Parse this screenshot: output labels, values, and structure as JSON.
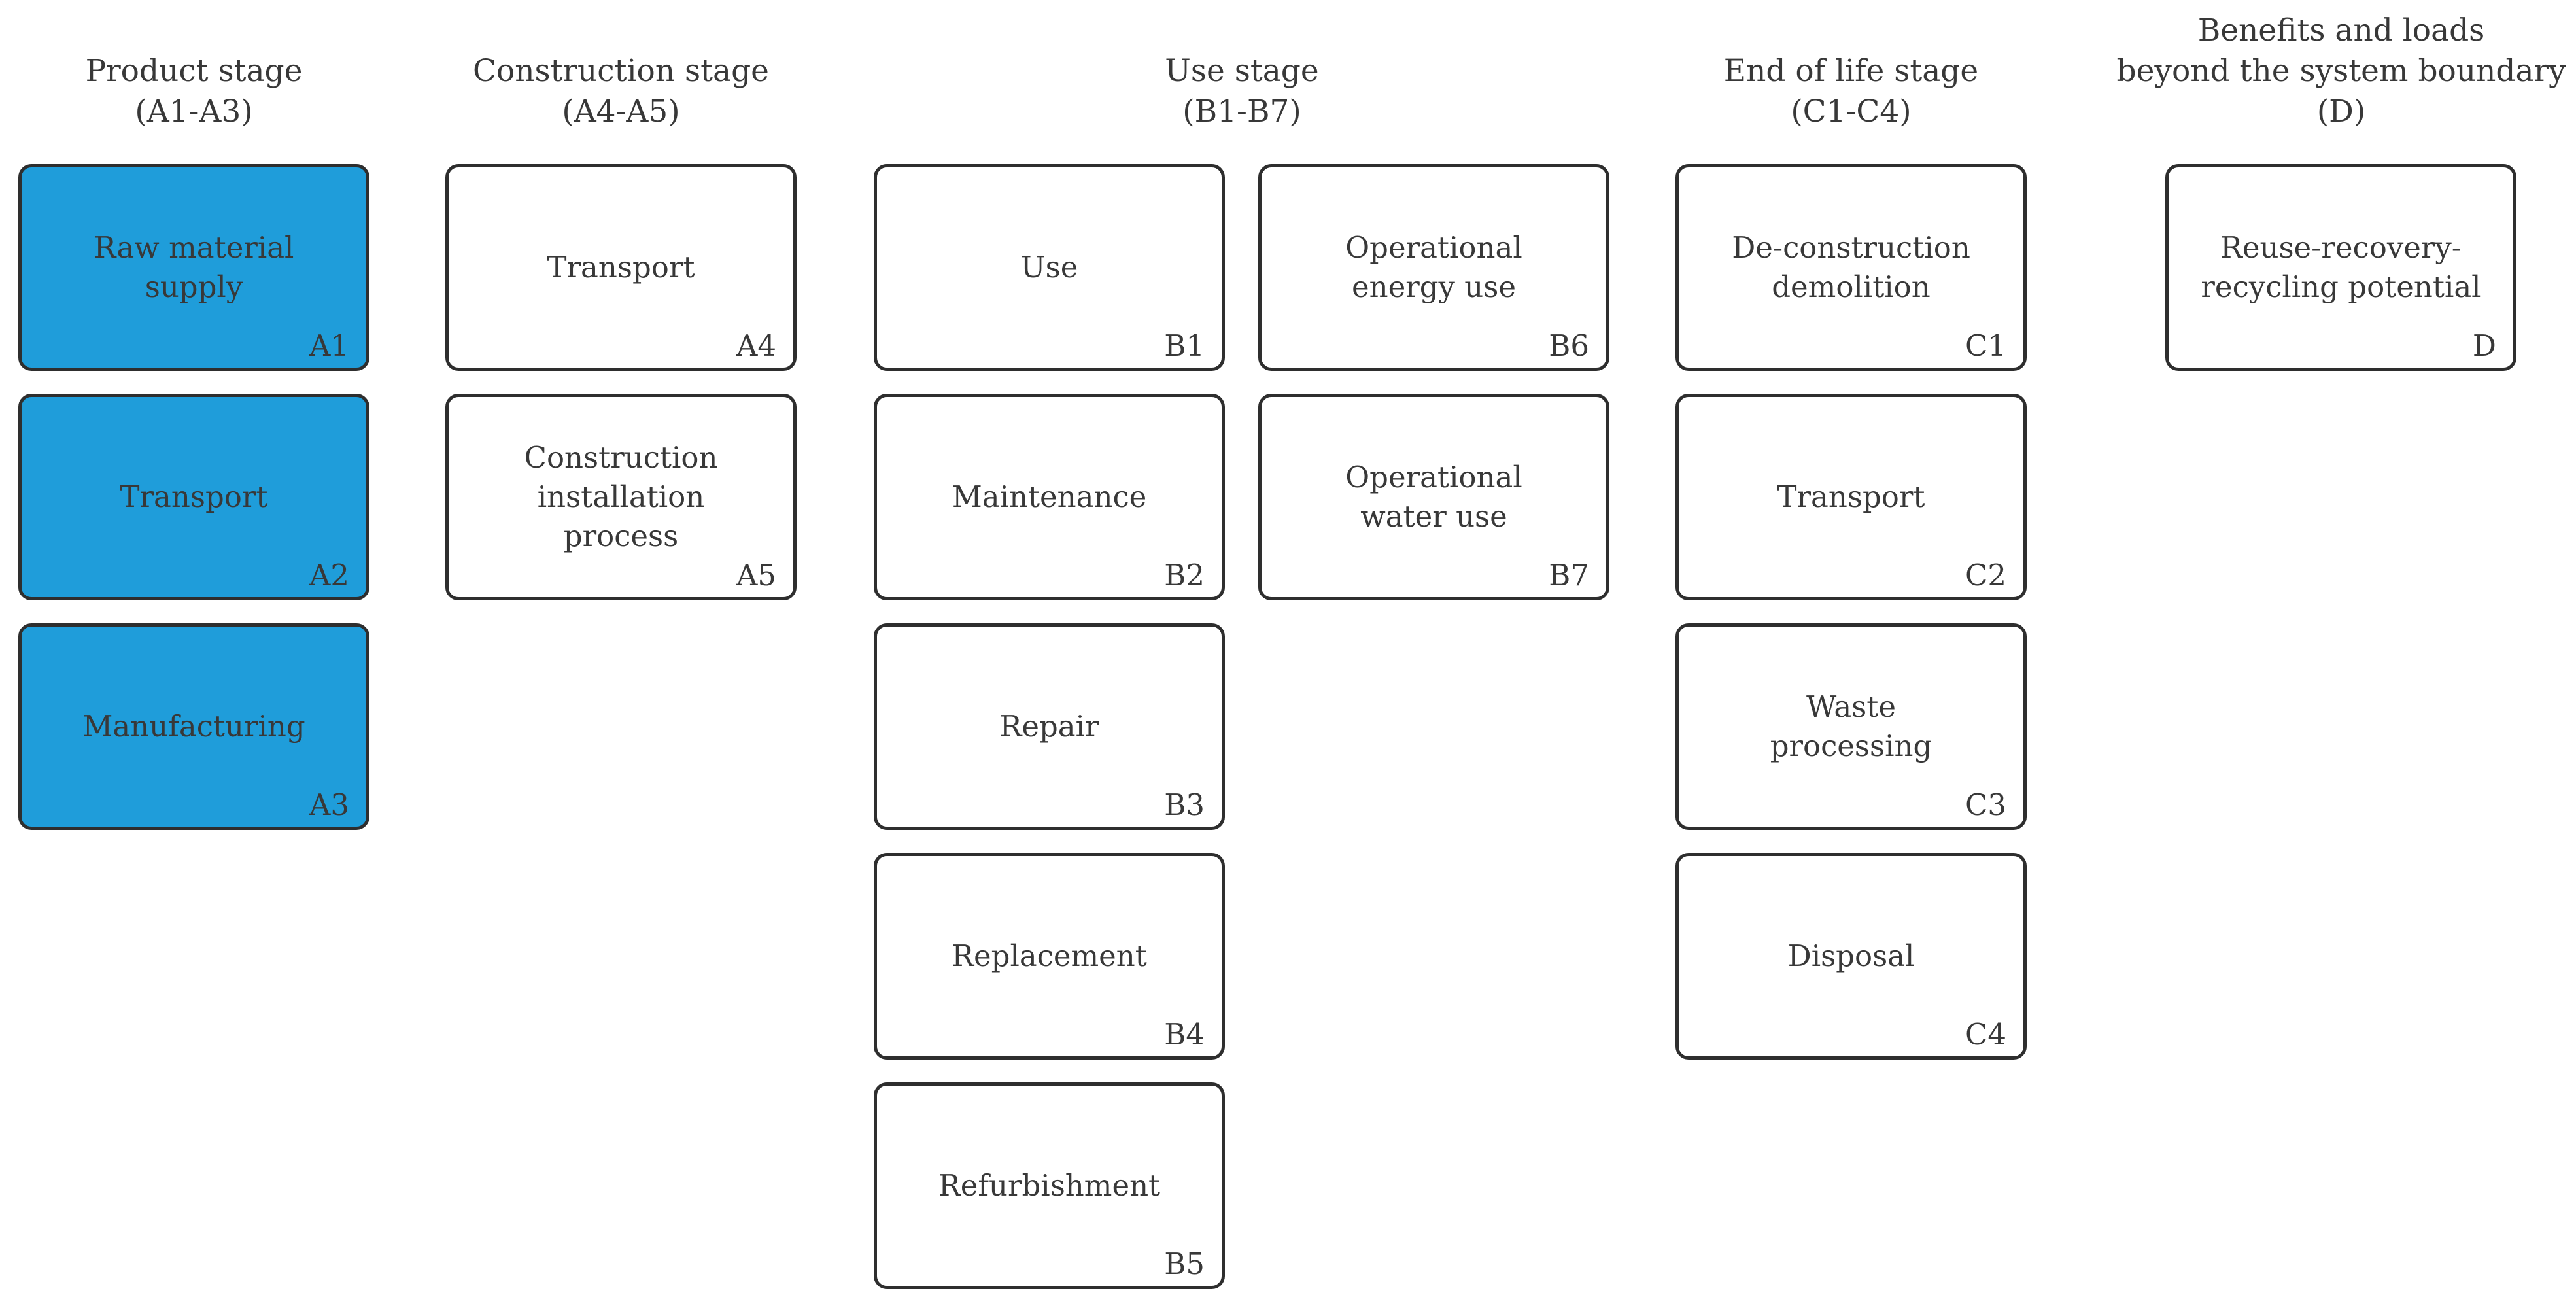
{
  "colors": {
    "highlight_fill": "#1f9dda",
    "box_fill": "#ffffff",
    "border": "#2e2e2e",
    "text": "#383838"
  },
  "headers": [
    {
      "id": "product-stage",
      "lines": [
        "Product stage",
        "(A1-A3)"
      ]
    },
    {
      "id": "construction-stage",
      "lines": [
        "Construction stage",
        "(A4-A5)"
      ]
    },
    {
      "id": "use-stage",
      "lines": [
        "Use stage",
        "(B1-B7)"
      ]
    },
    {
      "id": "end-of-life-stage",
      "lines": [
        "End of life stage",
        "(C1-C4)"
      ]
    },
    {
      "id": "benefits-stage",
      "lines": [
        "Benefits and loads",
        "beyond the system boundary",
        "(D)"
      ]
    }
  ],
  "box_columns": [
    {
      "id": "product",
      "boxes": [
        {
          "label_lines": [
            "Raw material",
            "supply"
          ],
          "code": "A1",
          "highlighted": true
        },
        {
          "label_lines": [
            "Transport"
          ],
          "code": "A2",
          "highlighted": true
        },
        {
          "label_lines": [
            "Manufacturing"
          ],
          "code": "A3",
          "highlighted": true
        }
      ]
    },
    {
      "id": "construction",
      "boxes": [
        {
          "label_lines": [
            "Transport"
          ],
          "code": "A4",
          "highlighted": false
        },
        {
          "label_lines": [
            "Construction",
            "installation",
            "process"
          ],
          "code": "A5",
          "highlighted": false
        }
      ]
    },
    {
      "id": "use-left",
      "boxes": [
        {
          "label_lines": [
            "Use"
          ],
          "code": "B1",
          "highlighted": false
        },
        {
          "label_lines": [
            "Maintenance"
          ],
          "code": "B2",
          "highlighted": false
        },
        {
          "label_lines": [
            "Repair"
          ],
          "code": "B3",
          "highlighted": false
        },
        {
          "label_lines": [
            "Replacement"
          ],
          "code": "B4",
          "highlighted": false
        },
        {
          "label_lines": [
            "Refurbishment"
          ],
          "code": "B5",
          "highlighted": false
        }
      ]
    },
    {
      "id": "use-right",
      "boxes": [
        {
          "label_lines": [
            "Operational",
            "energy use"
          ],
          "code": "B6",
          "highlighted": false
        },
        {
          "label_lines": [
            "Operational",
            "water use"
          ],
          "code": "B7",
          "highlighted": false
        }
      ]
    },
    {
      "id": "end-of-life",
      "boxes": [
        {
          "label_lines": [
            "De-construction",
            "demolition"
          ],
          "code": "C1",
          "highlighted": false
        },
        {
          "label_lines": [
            "Transport"
          ],
          "code": "C2",
          "highlighted": false
        },
        {
          "label_lines": [
            "Waste",
            "processing"
          ],
          "code": "C3",
          "highlighted": false
        },
        {
          "label_lines": [
            "Disposal"
          ],
          "code": "C4",
          "highlighted": false
        }
      ]
    },
    {
      "id": "benefits",
      "boxes": [
        {
          "label_lines": [
            "Reuse-recovery-",
            "recycling potential"
          ],
          "code": "D",
          "highlighted": false
        }
      ]
    }
  ]
}
